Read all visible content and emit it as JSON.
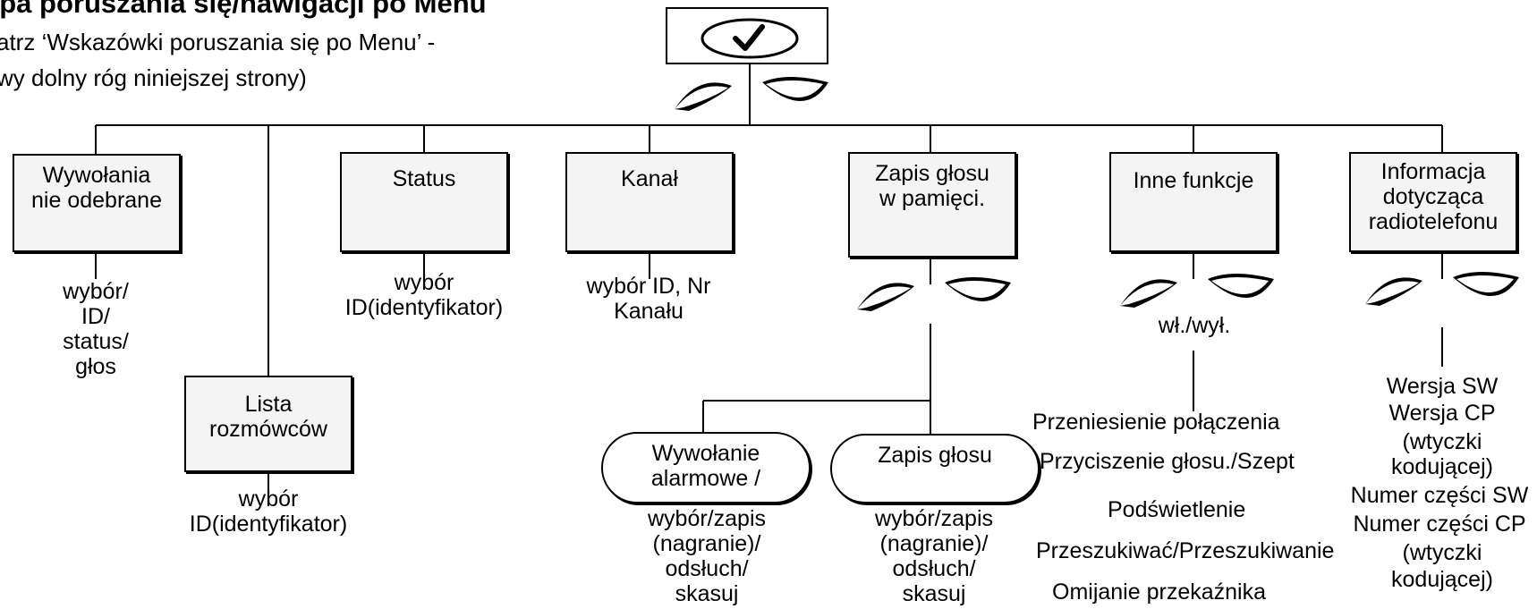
{
  "header": {
    "title": "apa poruszania się/nawigacji po Menu",
    "intro_line1": "atrz ‘Wskazówki poruszania się po Menu’ -",
    "intro_line2": "wy dolny róg niniejszej strony)"
  },
  "menu_items": {
    "missed_calls": "Wywołania\nnie odebrane",
    "contact_list": "Lista\nrozmówców",
    "status": "Status",
    "channel": "Kanał",
    "voice_memo": "Zapis głosu\nw pamięci.",
    "other_functions": "Inne funkcje",
    "radio_info": "Informacja\ndotycząca\nradiotelefonu"
  },
  "sub_items": {
    "emergency_call": "Wywołanie\nalarmowe /",
    "voice_record": "Zapis głosu"
  },
  "notes": {
    "missed_calls": "wybór/\nID/\nstatus/\ngłos",
    "contact_list": "wybór\nID(identyfikator)",
    "status": "wybór\nID(identyfikator)",
    "channel": "wybór ID, Nr\nKanału",
    "emergency_call": "wybór/zapis\n(nagranie)/\nodsłuch/\nskasuj",
    "voice_record": "wybór/zapis\n(nagranie)/\nodsłuch/\nskasuj",
    "other_on_off": "wł./wył."
  },
  "other_functions_list": [
    "Przeniesienie połączenia",
    "Przyciszenie głosu./Szept",
    "Podświetlenie",
    "Przeszukiwać/Przeszukiwanie",
    "Omijanie przekaźnika"
  ],
  "radio_info_list": [
    "Wersja SW",
    "Wersja CP",
    "(wtyczki",
    "kodującej)",
    "Numer części SW",
    "Numer części CP",
    "(wtyczki",
    "kodującej)"
  ],
  "icons": {
    "top": "ok-check-icon",
    "nav_left": "left-scroll-key-icon",
    "nav_right": "right-scroll-key-icon"
  }
}
